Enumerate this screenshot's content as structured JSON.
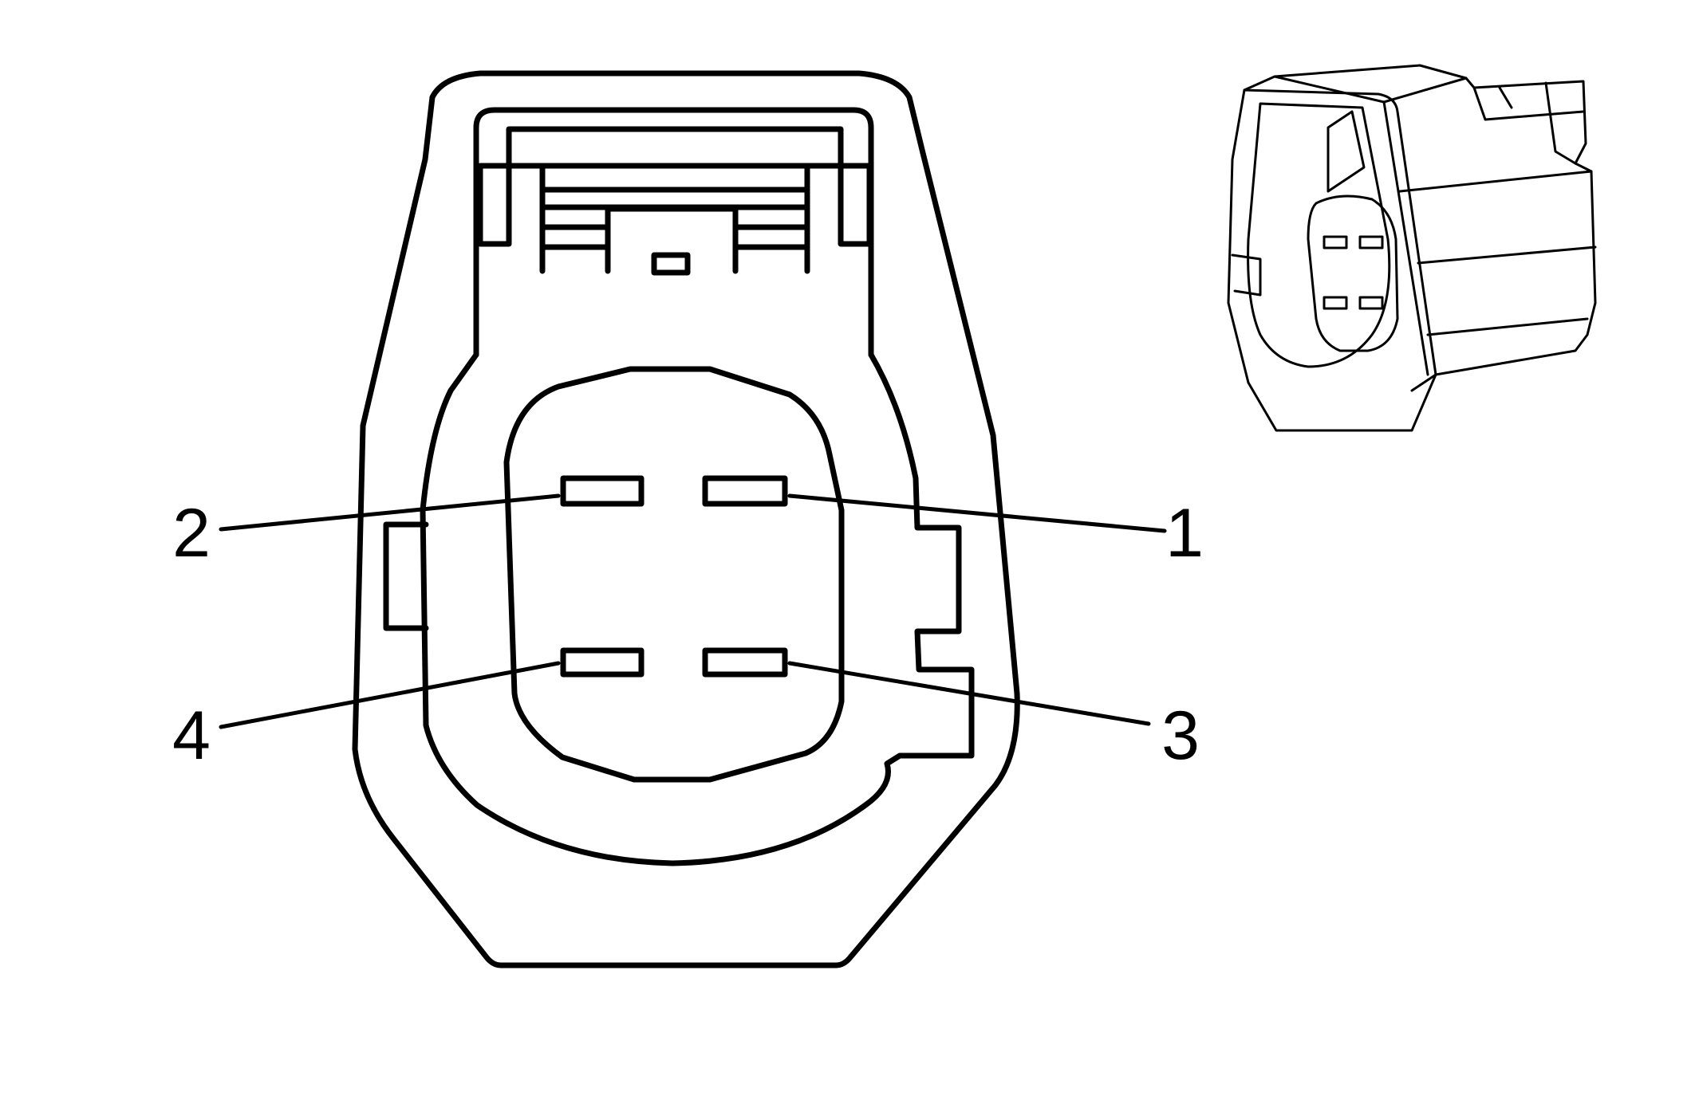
{
  "diagram": {
    "title": "",
    "pin_labels": {
      "pin1": "1",
      "pin2": "2",
      "pin3": "3",
      "pin4": "4"
    },
    "colors": {
      "stroke": "#000000",
      "background": "#ffffff"
    }
  }
}
